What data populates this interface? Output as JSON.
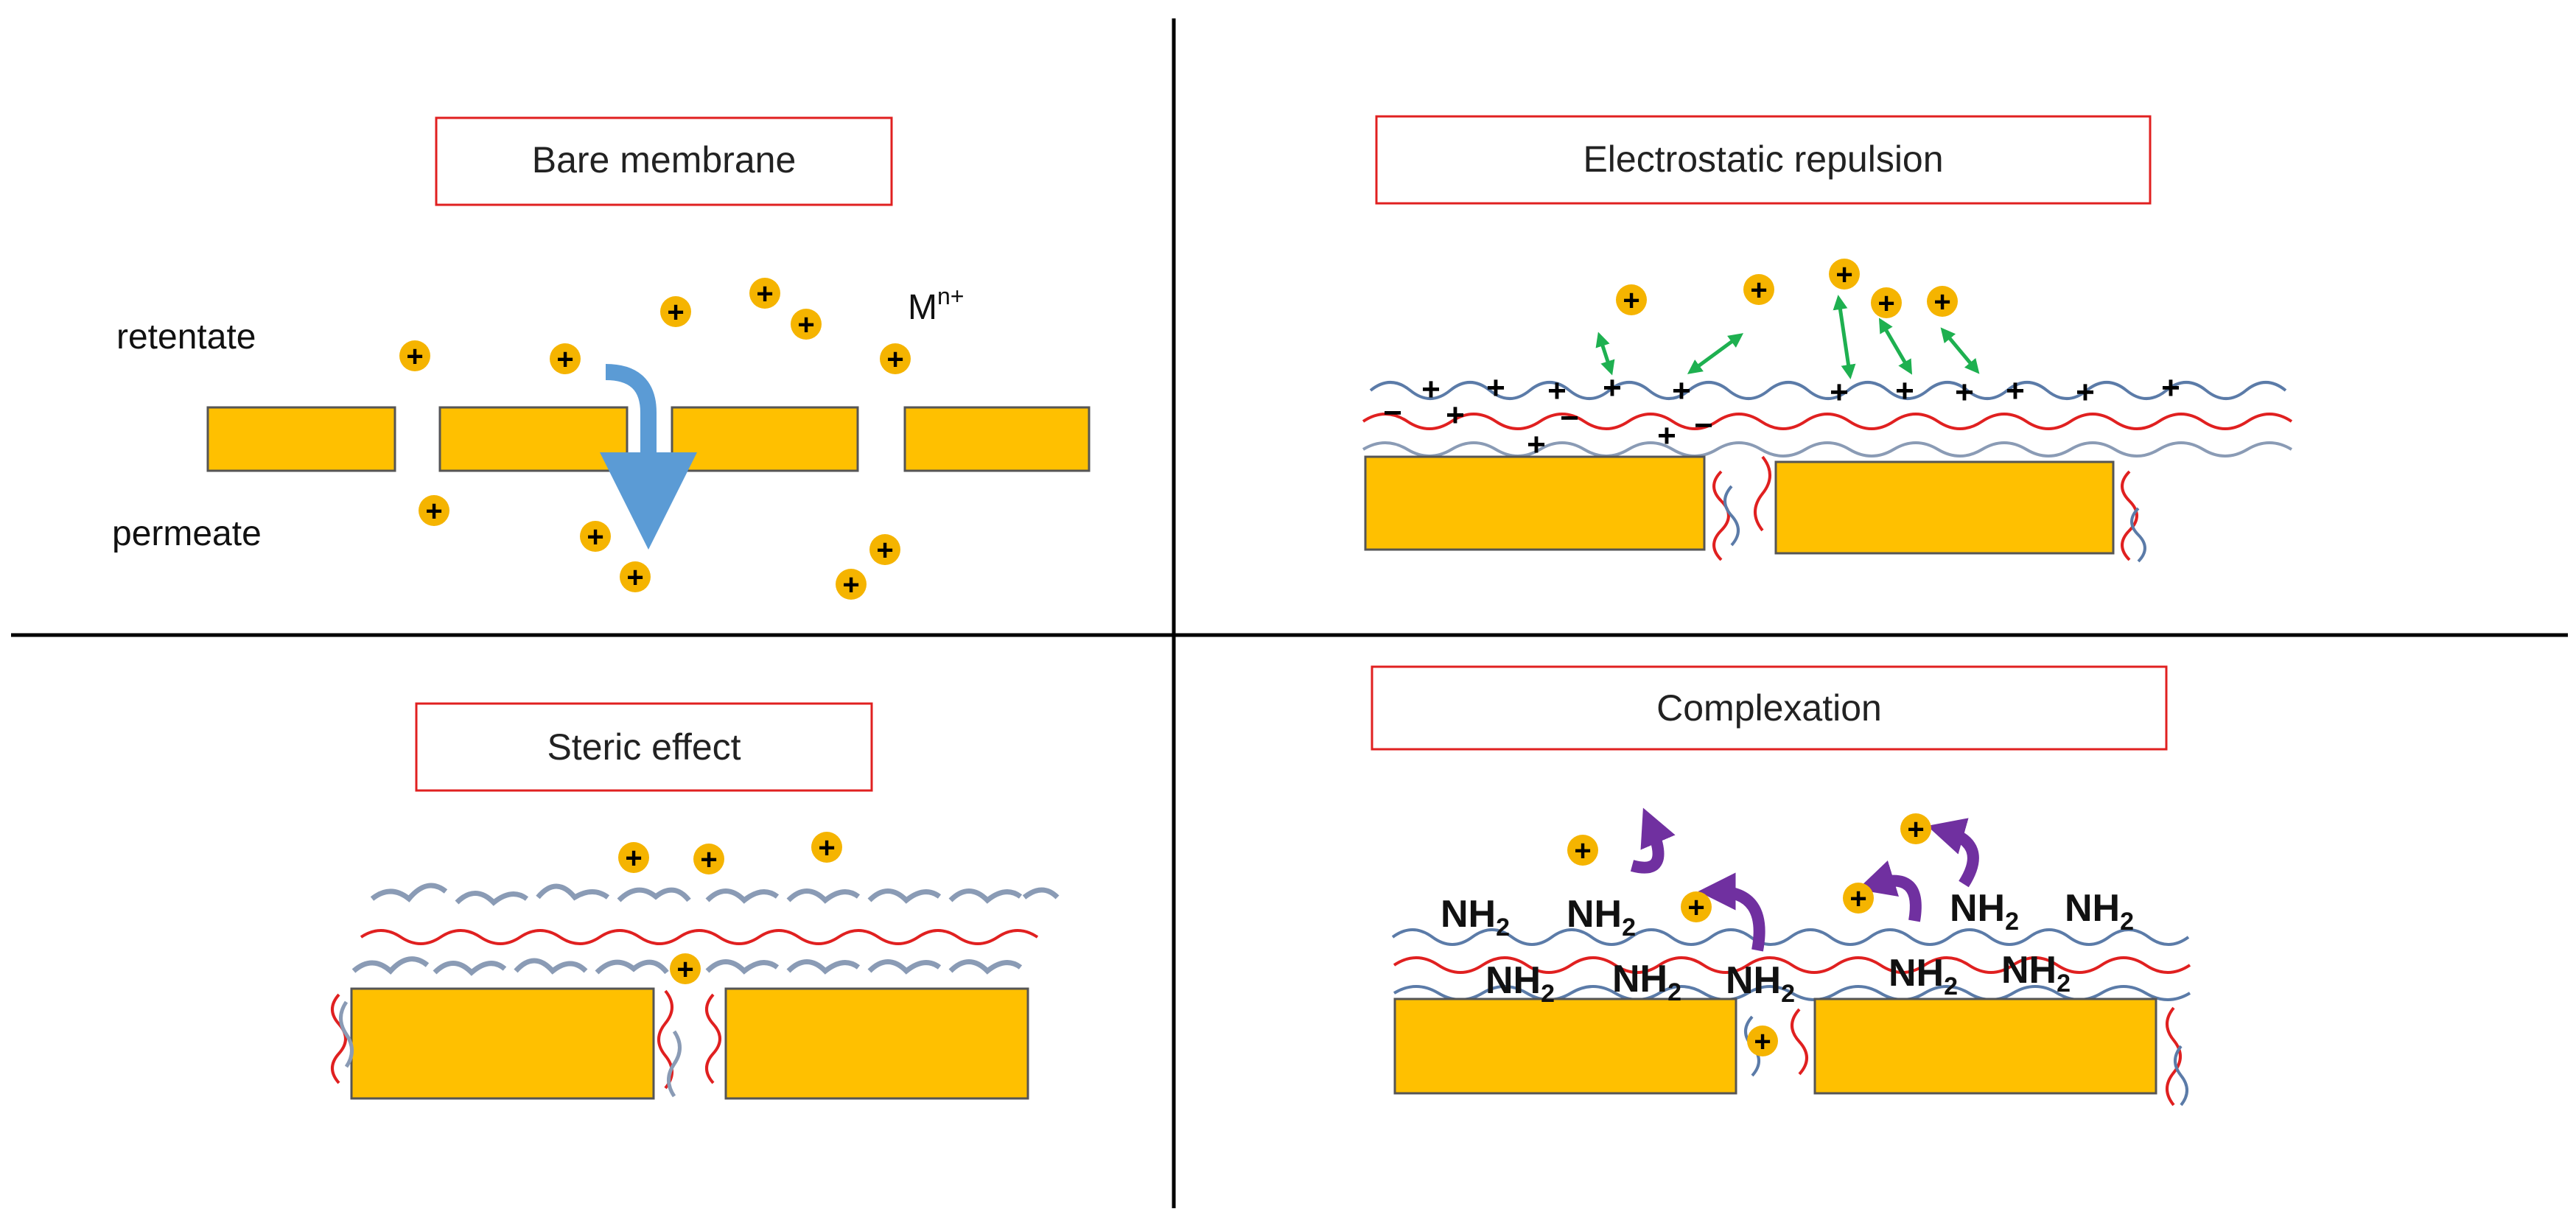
{
  "panels": {
    "bare": {
      "title": "Bare membrane",
      "retentate_label": "retentate",
      "permeate_label": "permeate",
      "metal_base": "M",
      "metal_sup": "n+"
    },
    "electrostatic": {
      "title": "Electrostatic repulsion"
    },
    "steric": {
      "title": "Steric effect"
    },
    "complexation": {
      "title": "Complexation",
      "group_base": "NH",
      "group_sub": "2"
    }
  },
  "ion_sign": "+",
  "positive_charge": "+",
  "negative_charge": "−",
  "colors": {
    "membrane_fill": "#FFC000",
    "membrane_stroke": "#555555",
    "ion_fill": "#F5B400",
    "title_box_stroke": "#E02020",
    "flow_arrow": "#5B9BD5",
    "repulsion_arrow": "#1EB050",
    "complex_arrow": "#7030A0",
    "polymer_blue": "#5B7BA8",
    "polymer_red": "#E02020",
    "polymer_grey": "#8A9BB5",
    "divider": "#000000"
  },
  "icons": {
    "ion": "positive-metal-ion-icon",
    "flow": "flow-arrow-icon",
    "repulsion": "double-headed-arrow-icon",
    "complex": "curved-arrow-icon"
  }
}
